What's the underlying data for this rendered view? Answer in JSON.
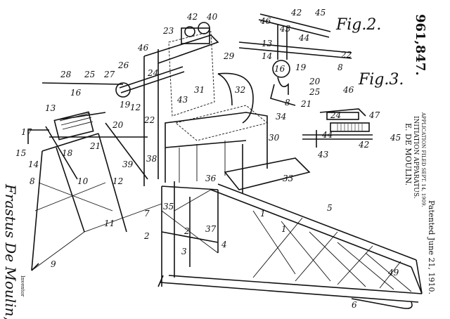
{
  "patent": {
    "number": "961,847.",
    "inventor_header": "E. DE MOULIN.",
    "title": "INITIATION APPARATUS.",
    "application": "APPLICATION FILED SEPT. 14, 1909.",
    "patented": "Patented June 21, 1910."
  },
  "figures": {
    "fig2": "Fig.2.",
    "fig3": "Fig.3."
  },
  "signature": {
    "name": "Frastus De Moulin,",
    "caption": "Inventor"
  },
  "labels": [
    "1",
    "2",
    "3",
    "4",
    "5",
    "6",
    "7",
    "8",
    "9",
    "10",
    "11",
    "12",
    "13",
    "14",
    "15",
    "16",
    "17",
    "18",
    "19",
    "20",
    "21",
    "22",
    "23",
    "24",
    "25",
    "26",
    "27",
    "28",
    "29",
    "30",
    "31",
    "32",
    "33",
    "34",
    "35",
    "36",
    "37",
    "38",
    "39",
    "40",
    "42",
    "43",
    "44",
    "45",
    "46",
    "47",
    "49"
  ]
}
